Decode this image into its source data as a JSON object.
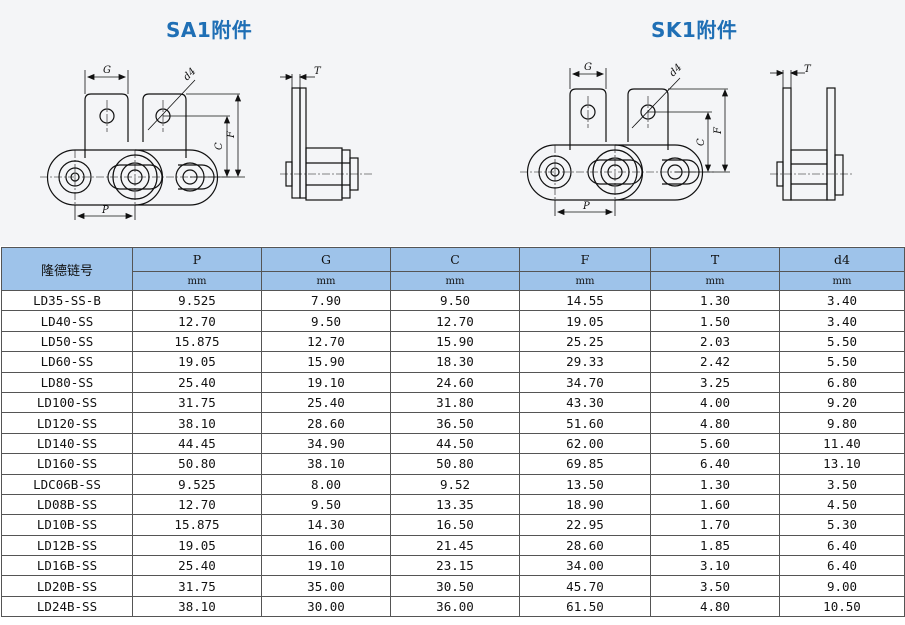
{
  "figures": [
    {
      "title": "SA1附件",
      "labels": {
        "G": "G",
        "d4": "d4",
        "C": "C",
        "F": "F",
        "P": "P",
        "T": "T"
      }
    },
    {
      "title": "SK1附件",
      "labels": {
        "G": "G",
        "d4": "d4",
        "C": "C",
        "F": "F",
        "P": "P",
        "T": "T"
      }
    }
  ],
  "table": {
    "model_header": "隆德链号",
    "columns": [
      "P",
      "G",
      "C",
      "F",
      "T",
      "d4"
    ],
    "units": [
      "mm",
      "mm",
      "mm",
      "mm",
      "mm",
      "mm"
    ],
    "rows": [
      [
        "LD35-SS-B",
        "9.525",
        "7.90",
        "9.50",
        "14.55",
        "1.30",
        "3.40"
      ],
      [
        "LD40-SS",
        "12.70",
        "9.50",
        "12.70",
        "19.05",
        "1.50",
        "3.40"
      ],
      [
        "LD50-SS",
        "15.875",
        "12.70",
        "15.90",
        "25.25",
        "2.03",
        "5.50"
      ],
      [
        "LD60-SS",
        "19.05",
        "15.90",
        "18.30",
        "29.33",
        "2.42",
        "5.50"
      ],
      [
        "LD80-SS",
        "25.40",
        "19.10",
        "24.60",
        "34.70",
        "3.25",
        "6.80"
      ],
      [
        "LD100-SS",
        "31.75",
        "25.40",
        "31.80",
        "43.30",
        "4.00",
        "9.20"
      ],
      [
        "LD120-SS",
        "38.10",
        "28.60",
        "36.50",
        "51.60",
        "4.80",
        "9.80"
      ],
      [
        "LD140-SS",
        "44.45",
        "34.90",
        "44.50",
        "62.00",
        "5.60",
        "11.40"
      ],
      [
        "LD160-SS",
        "50.80",
        "38.10",
        "50.80",
        "69.85",
        "6.40",
        "13.10"
      ],
      [
        "LDC06B-SS",
        "9.525",
        "8.00",
        "9.52",
        "13.50",
        "1.30",
        "3.50"
      ],
      [
        "LD08B-SS",
        "12.70",
        "9.50",
        "13.35",
        "18.90",
        "1.60",
        "4.50"
      ],
      [
        "LD10B-SS",
        "15.875",
        "14.30",
        "16.50",
        "22.95",
        "1.70",
        "5.30"
      ],
      [
        "LD12B-SS",
        "19.05",
        "16.00",
        "21.45",
        "28.60",
        "1.85",
        "6.40"
      ],
      [
        "LD16B-SS",
        "25.40",
        "19.10",
        "23.15",
        "34.00",
        "3.10",
        "6.40"
      ],
      [
        "LD20B-SS",
        "31.75",
        "35.00",
        "30.50",
        "45.70",
        "3.50",
        "9.00"
      ],
      [
        "LD24B-SS",
        "38.10",
        "30.00",
        "36.00",
        "61.50",
        "4.80",
        "10.50"
      ]
    ]
  }
}
